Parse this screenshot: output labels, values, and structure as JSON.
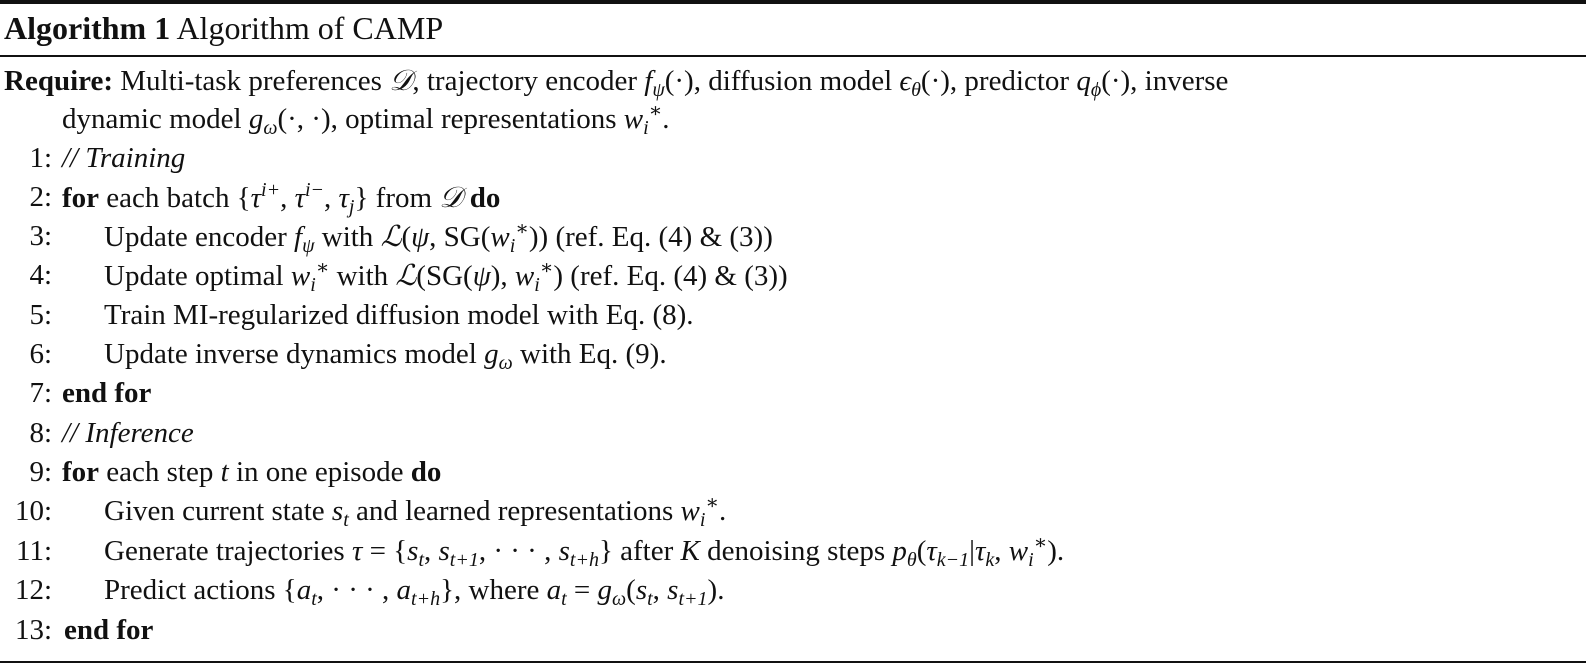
{
  "caption": {
    "label": "Algorithm 1",
    "title": "Algorithm of CAMP"
  },
  "require": {
    "keyword": "Require:",
    "text1": "Multi-task preferences",
    "text2": ", trajectory encoder",
    "text3": ", diffusion model",
    "text4": ", predictor",
    "text5": ", inverse",
    "text6": "dynamic model",
    "text7": ", optimal representations"
  },
  "steps": [
    {
      "num": "1:",
      "comment": "// Training"
    },
    {
      "num": "2:",
      "kw_for": "for",
      "t1": "each batch",
      "t2": "from",
      "kw_do": "do"
    },
    {
      "num": "3:",
      "t1": "Update encoder",
      "t2": "with",
      "ref": "(ref. Eq. (4) & (3))"
    },
    {
      "num": "4:",
      "t1": "Update optimal",
      "t2": "with",
      "ref": "(ref. Eq. (4) & (3))"
    },
    {
      "num": "5:",
      "t1": "Train MI-regularized diffusion model with Eq. (8)."
    },
    {
      "num": "6:",
      "t1": "Update inverse dynamics model",
      "t2": "with Eq. (9)."
    },
    {
      "num": "7:",
      "kw": "end for"
    },
    {
      "num": "8:",
      "comment": "// Inference"
    },
    {
      "num": "9:",
      "kw_for": "for",
      "t1": "each step",
      "t2": "in one episode",
      "kw_do": "do"
    },
    {
      "num": "10:",
      "t1": "Given current state",
      "t2": "and learned representations"
    },
    {
      "num": "11:",
      "t1": "Generate trajectories",
      "t2": "after",
      "t3": "denoising steps"
    },
    {
      "num": "12:",
      "t1": "Predict actions",
      "t2": ", where"
    },
    {
      "num": "13:",
      "kw": "end for"
    }
  ]
}
